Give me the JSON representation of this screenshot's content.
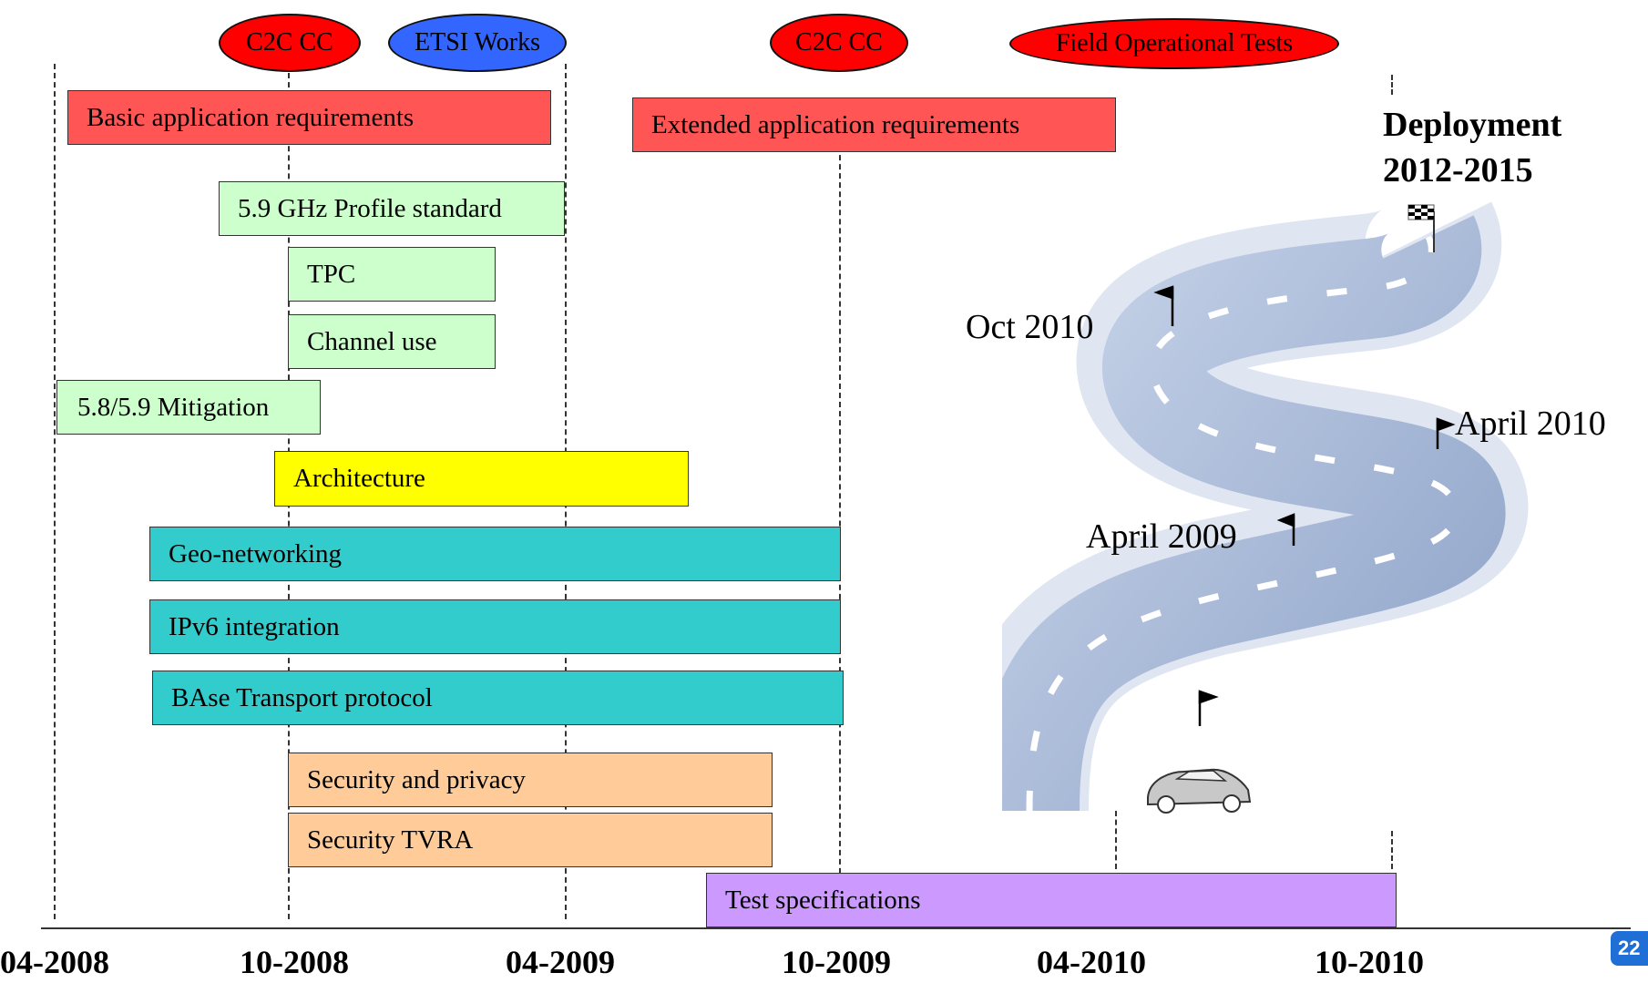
{
  "events": [
    {
      "label": "C2C CC",
      "color": "#ff0000"
    },
    {
      "label": "ETSI Works",
      "color": "#3366ff"
    },
    {
      "label": "C2C CC",
      "color": "#ff0000"
    },
    {
      "label": "Field Operational Tests",
      "color": "#ff0000"
    }
  ],
  "tasks": [
    {
      "label": "Basic application requirements",
      "color": "#ff5555"
    },
    {
      "label": "Extended application requirements",
      "color": "#ff5555"
    },
    {
      "label": "5.9 GHz  Profile standard",
      "color": "#ccffcc"
    },
    {
      "label": "TPC",
      "color": "#ccffcc"
    },
    {
      "label": "Channel use",
      "color": "#ccffcc"
    },
    {
      "label": "5.8/5.9 Mitigation",
      "color": "#ccffcc"
    },
    {
      "label": "Architecture",
      "color": "#ffff00"
    },
    {
      "label": "Geo-networking",
      "color": "#33cccc"
    },
    {
      "label": "IPv6 integration",
      "color": "#33cccc"
    },
    {
      "label": "BAse Transport protocol",
      "color": "#33cccc"
    },
    {
      "label": "Security and privacy",
      "color": "#ffcc99"
    },
    {
      "label": "Security TVRA",
      "color": "#ffcc99"
    },
    {
      "label": "Test specifications",
      "color": "#cc99ff"
    }
  ],
  "axis_labels": [
    "04-2008",
    "10-2008",
    "04-2009",
    "10-2009",
    "04-2010",
    "10-2010"
  ],
  "roadmap": {
    "deployment_line1": "Deployment",
    "deployment_line2": "2012-2015",
    "milestones": [
      "Oct  2010",
      "April  2010",
      "April 2009"
    ]
  },
  "page_number": "22"
}
